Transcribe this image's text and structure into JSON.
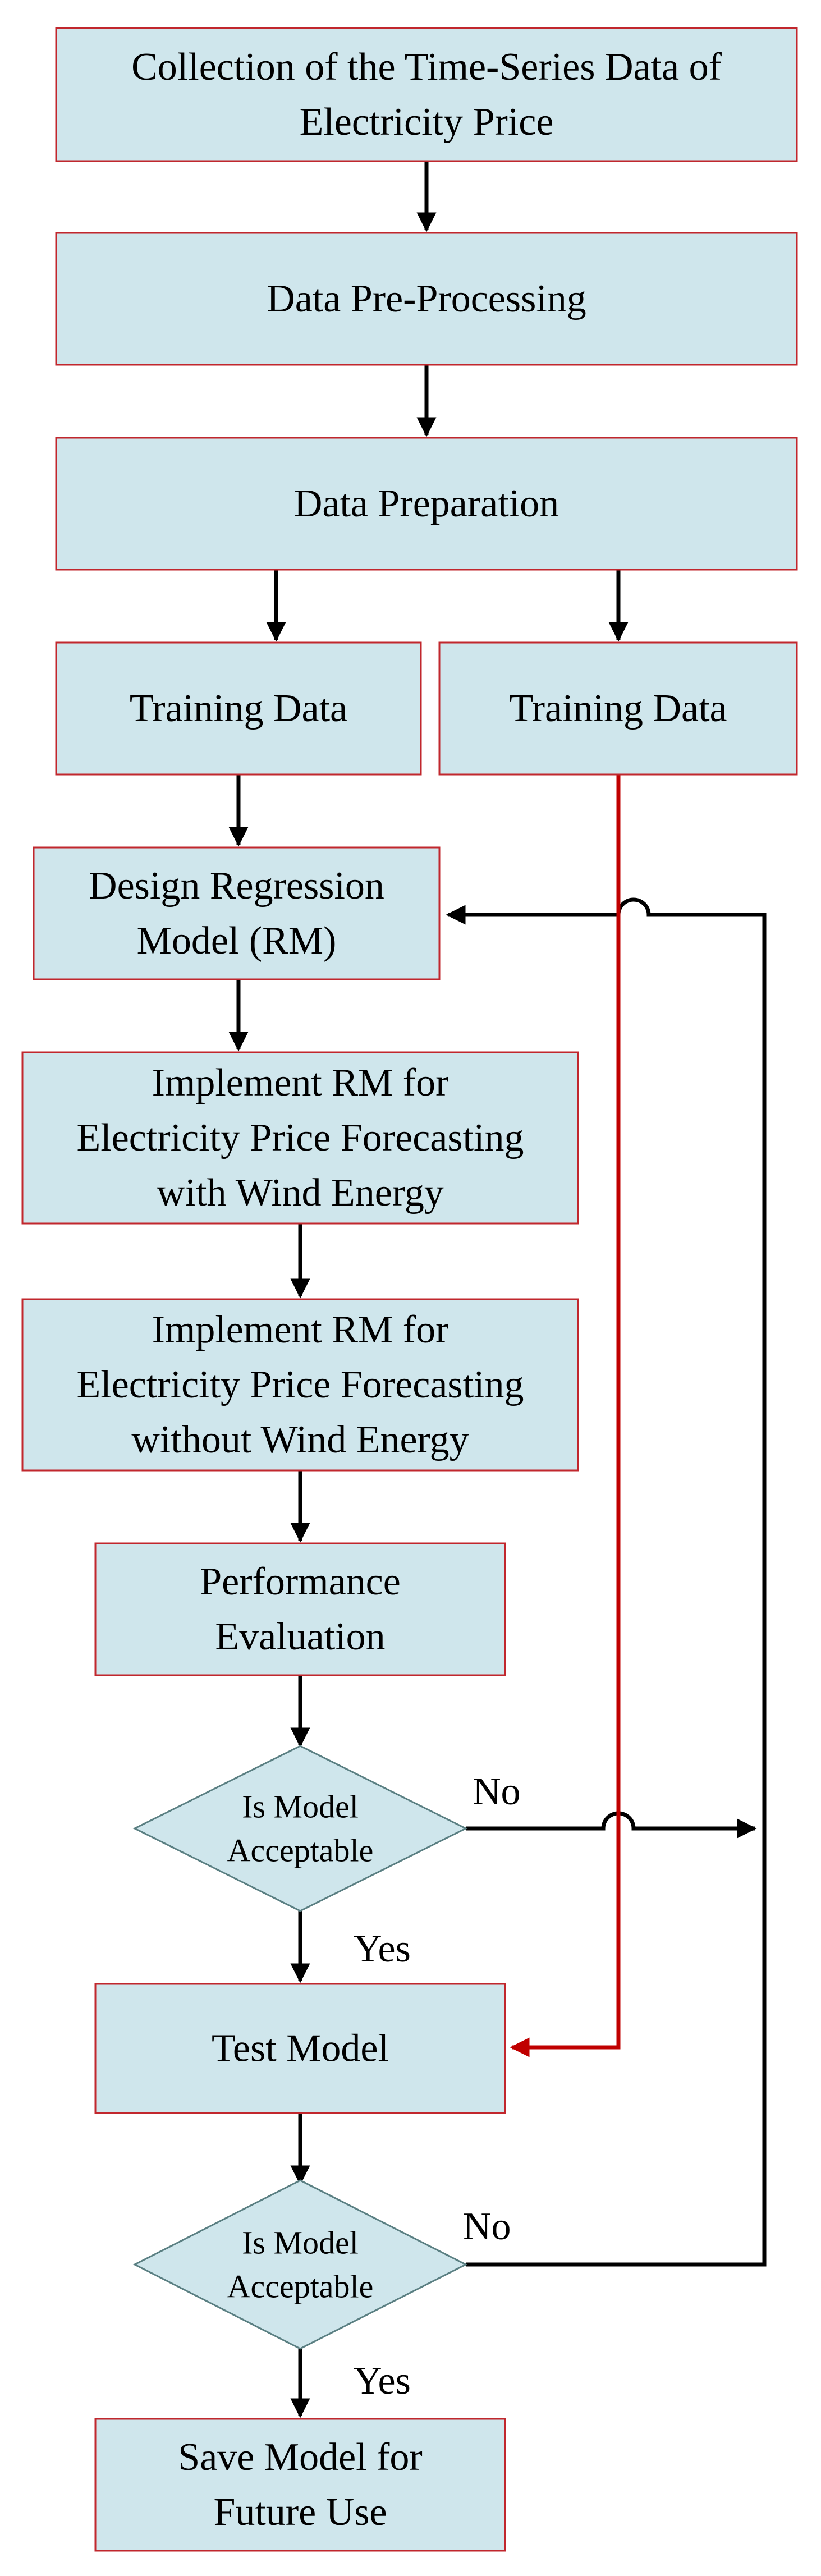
{
  "colors": {
    "box_fill": "#cfe6ec",
    "box_stroke": "#c1272d",
    "diamond_fill": "#cfe6ec",
    "diamond_stroke": "#5a7f82",
    "connector": "#000000",
    "test_data_connector": "#c00000"
  },
  "nodes": {
    "collection": [
      "Collection of the Time-Series Data of",
      "Electricity Price"
    ],
    "preprocessing": [
      "Data Pre-Processing"
    ],
    "preparation": [
      "Data Preparation"
    ],
    "training_left": [
      "Training Data"
    ],
    "training_right": [
      "Training Data"
    ],
    "design_rm": [
      "Design Regression",
      "Model (RM)"
    ],
    "implement_with": [
      "Implement RM for",
      "Electricity Price Forecasting",
      "with Wind Energy"
    ],
    "implement_without": [
      "Implement RM for",
      "Electricity Price Forecasting",
      "without Wind Energy"
    ],
    "performance": [
      "Performance",
      "Evaluation"
    ],
    "decision_1": [
      "Is Model",
      "Acceptable"
    ],
    "test_model": [
      "Test Model"
    ],
    "decision_2": [
      "Is Model",
      "Acceptable"
    ],
    "save_model": [
      "Save Model for",
      "Future Use"
    ]
  },
  "edge_labels": {
    "decision_1_no": "No",
    "decision_1_yes": "Yes",
    "decision_2_no": "No",
    "decision_2_yes": "Yes"
  }
}
